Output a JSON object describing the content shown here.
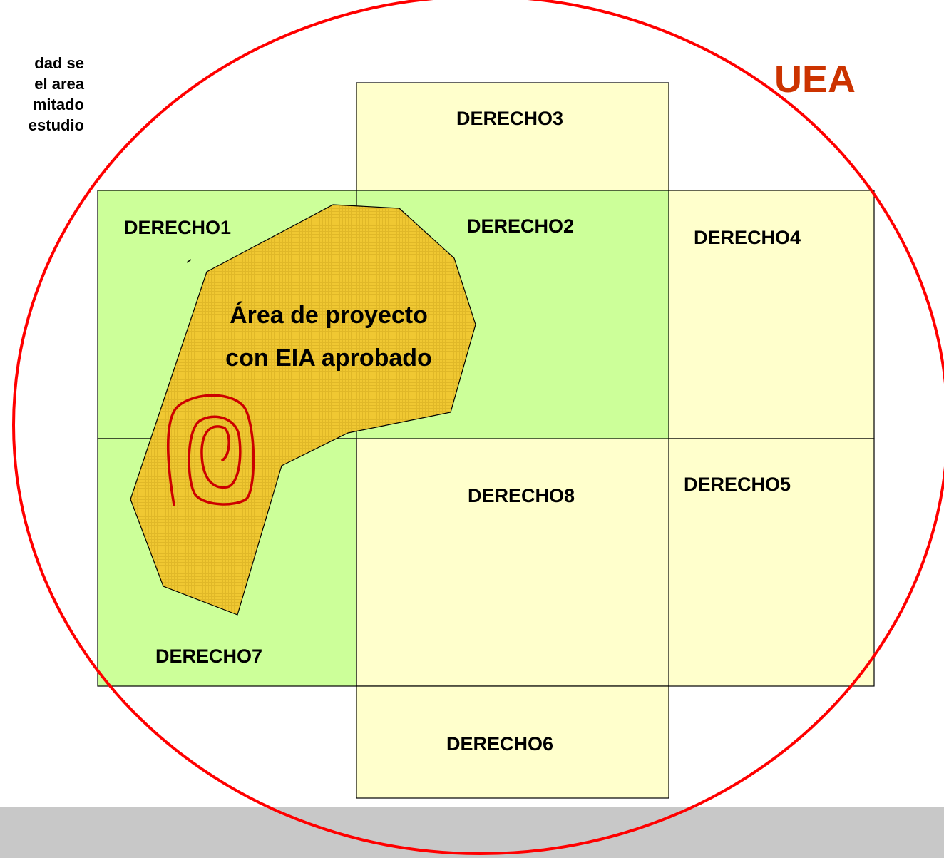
{
  "side_note": {
    "lines": [
      "dad se",
      "el area",
      "mitado",
      "estudio"
    ]
  },
  "uea_label": "UEA",
  "project_area_label": [
    "Área de proyecto",
    "con EIA aprobado"
  ],
  "parcels": {
    "derecho1": "DERECHO1",
    "derecho2": "DERECHO2",
    "derecho3": "DERECHO3",
    "derecho4": "DERECHO4",
    "derecho5": "DERECHO5",
    "derecho6": "DERECHO6",
    "derecho7": "DERECHO7",
    "derecho8": "DERECHO8"
  },
  "colors": {
    "parcel_green": "#ccff99",
    "parcel_yellow": "#ffffcc",
    "project_fill": "#f0c832",
    "uea_ellipse": "#ff0000",
    "uea_text": "#cc3300",
    "spiral": "#cc0000",
    "footer_band": "#c8c8c8"
  }
}
